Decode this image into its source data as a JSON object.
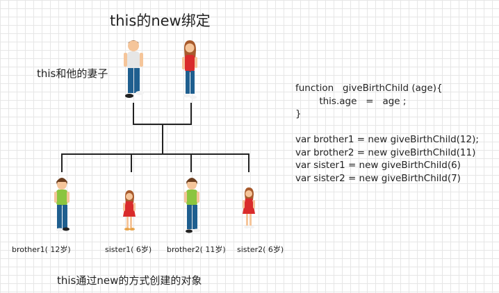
{
  "title": "this的new绑定",
  "parents_label": "this和他的妻子",
  "children": [
    {
      "label": "brother1( 12岁)",
      "kind": "boy"
    },
    {
      "label": "sister1( 6岁)",
      "kind": "girl"
    },
    {
      "label": "brother2( 11岁)",
      "kind": "boy"
    },
    {
      "label": "sister2( 6岁)",
      "kind": "girl"
    }
  ],
  "code_lines": [
    "function   giveBirthChild (age){",
    "        this.age   =   age ;",
    "}",
    "",
    "var brother1 = new giveBirthChild(12);",
    "var brother2 = new giveBirthChild(11)",
    "var sister1 = new giveBirthChild(6)",
    "var sister2 = new giveBirthChild(7)"
  ],
  "footer": "this通过new的方式创建的对象",
  "colors": {
    "skin": "#f5c59a",
    "hair_man": "#6b3e1f",
    "hair_woman": "#a85a2c",
    "shirt_man": "#e6e6e6",
    "pants": "#1f5f8f",
    "dress_red": "#d92b2b",
    "shirt_boy": "#8bc53f",
    "shoes": "#f2f2f2",
    "connector": "#222222"
  }
}
